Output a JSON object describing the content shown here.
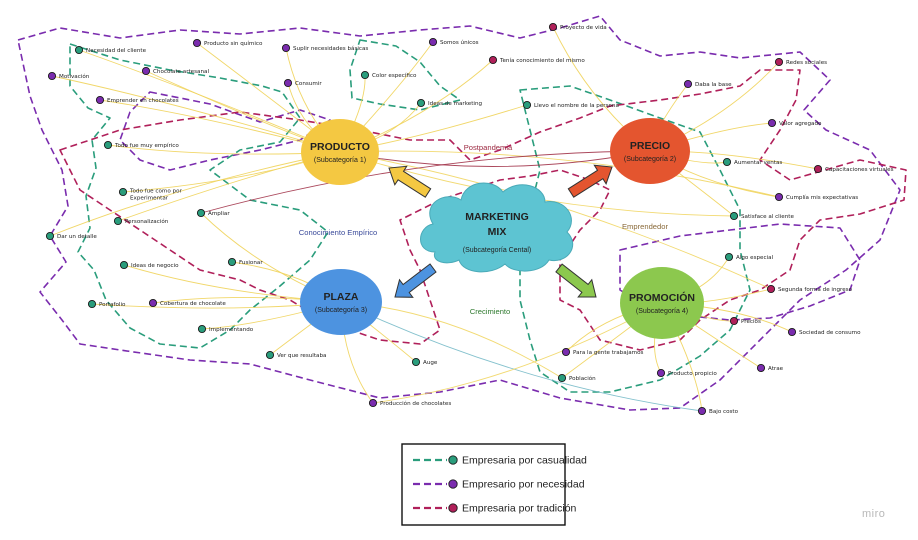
{
  "colors": {
    "casualidad": "#2a9d7c",
    "necesidad": "#7a2cae",
    "tradicion": "#b0205a",
    "edge": "#f0d35a",
    "teal_line": "#6fb6c4",
    "theme_red": "#9c2840",
    "theme_brown": "#8a6a3a",
    "theme_green": "#2f7a2f",
    "theme_blue": "#3a4a9a"
  },
  "center": {
    "title_line1": "MARKETING",
    "title_line2": "MIX",
    "subtitle": "(Subcategoría Cental)"
  },
  "categories": [
    {
      "id": "producto",
      "name": "PRODUCTO",
      "sub": "(Subcategoría 1)",
      "color": "#f4c842"
    },
    {
      "id": "precio",
      "name": "PRECIO",
      "sub": "(Subcategoría 2)",
      "color": "#e4552f"
    },
    {
      "id": "plaza",
      "name": "PLAZA",
      "sub": "(Subcategoría 3)",
      "color": "#4d93e0"
    },
    {
      "id": "promocion",
      "name": "PROMOCIÓN",
      "sub": "(Subcategoría 4)",
      "color": "#8cc84e"
    }
  ],
  "themes": {
    "postpandemia": "Postpandemia",
    "conocimiento": "Conocimiento Empírico",
    "emprendedor": "Emprendedor",
    "crecimiento": "Crecimiento"
  },
  "codes": [
    {
      "label": "Necesidad del cliente",
      "type": "casualidad"
    },
    {
      "label": "Producto sin químico",
      "type": "necesidad"
    },
    {
      "label": "Suplir necesidades básicas",
      "type": "necesidad"
    },
    {
      "label": "Somos únicos",
      "type": "necesidad"
    },
    {
      "label": "Proyecto de vida",
      "type": "tradicion"
    },
    {
      "label": "Tenía conocimiento del mismo",
      "type": "tradicion"
    },
    {
      "label": "Motivación",
      "type": "necesidad"
    },
    {
      "label": "Chocolate artesanal",
      "type": "necesidad"
    },
    {
      "label": "Consumir",
      "type": "necesidad"
    },
    {
      "label": "Color específico",
      "type": "casualidad"
    },
    {
      "label": "Daba la base",
      "type": "necesidad"
    },
    {
      "label": "Redes sociales",
      "type": "tradicion"
    },
    {
      "label": "Emprender en chocolates",
      "type": "necesidad"
    },
    {
      "label": "Ideas de marketing",
      "type": "casualidad"
    },
    {
      "label": "Llevo el nombre de la persona",
      "type": "casualidad"
    },
    {
      "label": "Valor agregado",
      "type": "necesidad"
    },
    {
      "label": "Todo fue muy empírico",
      "type": "casualidad"
    },
    {
      "label": "Aumentar ventas",
      "type": "casualidad"
    },
    {
      "label": "Capacitaciones virtuales",
      "type": "tradicion"
    },
    {
      "label": "Todo fue como por Experimentar",
      "type": "casualidad"
    },
    {
      "label": "Cumplía mis expectativas",
      "type": "necesidad"
    },
    {
      "label": "Personalización",
      "type": "casualidad"
    },
    {
      "label": "Ampliar",
      "type": "casualidad"
    },
    {
      "label": "Satisface al cliente",
      "type": "casualidad"
    },
    {
      "label": "Dar un detalle",
      "type": "casualidad"
    },
    {
      "label": "Algo especial",
      "type": "casualidad"
    },
    {
      "label": "Ideas de negocio",
      "type": "casualidad"
    },
    {
      "label": "Fusionar",
      "type": "casualidad"
    },
    {
      "label": "Segunda forma de ingreso",
      "type": "tradicion"
    },
    {
      "label": "Portafolio",
      "type": "casualidad"
    },
    {
      "label": "Cobertura de chocolate",
      "type": "necesidad"
    },
    {
      "label": "Precios",
      "type": "tradicion"
    },
    {
      "label": "Implementando",
      "type": "casualidad"
    },
    {
      "label": "Sociedad de consumo",
      "type": "necesidad"
    },
    {
      "label": "Ver que resultaba",
      "type": "casualidad"
    },
    {
      "label": "Auge",
      "type": "casualidad"
    },
    {
      "label": "Para la gente trabajamos",
      "type": "necesidad"
    },
    {
      "label": "Atrae",
      "type": "necesidad"
    },
    {
      "label": "Producto propicio",
      "type": "necesidad"
    },
    {
      "label": "Población",
      "type": "casualidad"
    },
    {
      "label": "Producción de chocolates",
      "type": "necesidad"
    },
    {
      "label": "Bajo costo",
      "type": "necesidad"
    }
  ],
  "legend": [
    {
      "label": "Empresaria por casualidad",
      "type": "casualidad"
    },
    {
      "label": "Empresario por necesidad",
      "type": "necesidad"
    },
    {
      "label": "Empresaria por tradición",
      "type": "tradicion"
    }
  ],
  "watermark": "miro"
}
